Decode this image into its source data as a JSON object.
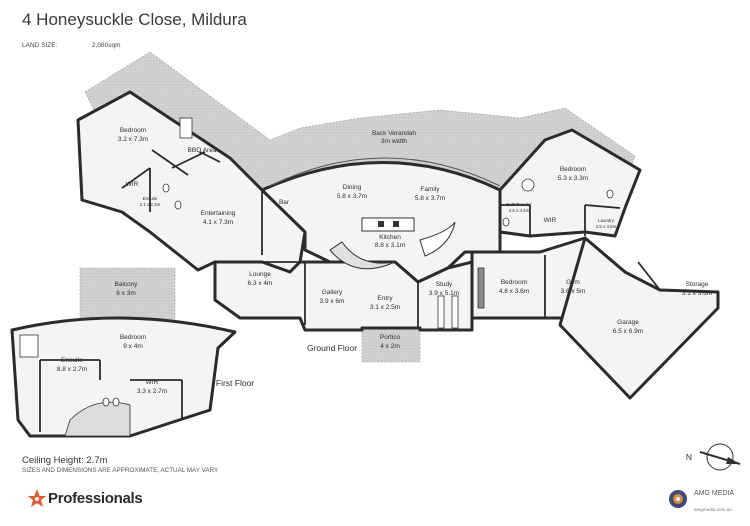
{
  "header": {
    "title": "4 Honeysuckle Close, Mildura",
    "land_size_label": "LAND SIZE:",
    "land_size_value": "2,080sqm"
  },
  "rooms": {
    "bedroom_nw": {
      "name": "Bedroom",
      "dims": "3.2 x 7.3m"
    },
    "bbq": {
      "name": "BBQ Area"
    },
    "wir_nw": {
      "name": "WIR"
    },
    "ensuite_nw": {
      "name": "Ensuite",
      "dims": "2.1 x 2.3m"
    },
    "entertaining": {
      "name": "Entertaining",
      "dims": "4.1 x 7.3m"
    },
    "bar": {
      "name": "Bar"
    },
    "back_verandah": {
      "name": "Back Verandah",
      "dims": "3m width"
    },
    "dining": {
      "name": "Dining",
      "dims": "5.8 x 3.7m"
    },
    "family": {
      "name": "Family",
      "dims": "5.8 x 3.7m"
    },
    "kitchen": {
      "name": "Kitchen",
      "dims": "8.8 x 3.1m"
    },
    "bedroom_ne": {
      "name": "Bedroom",
      "dims": "5.3 x 3.3m"
    },
    "bath_powder": {
      "name": "Bath/Powder",
      "dims": "2.5 x 4.4m"
    },
    "wir_ne": {
      "name": "WIR"
    },
    "laundry": {
      "name": "Laundry",
      "dims": "2.5 x 3.5m"
    },
    "lounge": {
      "name": "Lounge",
      "dims": "6.3 x 4m"
    },
    "gallery": {
      "name": "Gallery",
      "dims": "3.9 x 6m"
    },
    "entry": {
      "name": "Entry",
      "dims": "3.1 x 2.5m"
    },
    "study": {
      "name": "Study",
      "dims": "3.9 x 5.1m"
    },
    "bedroom_c": {
      "name": "Bedroom",
      "dims": "4.8 x 3.6m"
    },
    "gym": {
      "name": "Gym",
      "dims": "3.6 x 5m"
    },
    "storage": {
      "name": "Storage",
      "dims": "3.1 x 3.6m"
    },
    "garage": {
      "name": "Garage",
      "dims": "6.5 x 6.9m"
    },
    "portico": {
      "name": "Portico",
      "dims": "4 x 2m"
    },
    "balcony": {
      "name": "Balcony",
      "dims": "6 x 3m"
    },
    "bedroom_first": {
      "name": "Bedroom",
      "dims": "9 x 4m"
    },
    "ensuite_first": {
      "name": "Ensuite",
      "dims": "8.8 x 2.7m"
    },
    "wir_first": {
      "name": "WIR",
      "dims": "3.3 x 2.7m"
    }
  },
  "floor_labels": {
    "ground": "Ground Floor",
    "first": "First Floor"
  },
  "compass": {
    "label": "N"
  },
  "footer": {
    "ceiling": "Ceiling Height: 2.7m",
    "disclaimer": "SIZES AND DIMENSIONS ARE APPROXIMATE, ACTUAL MAY VARY",
    "brand": "Professionals",
    "agency": "AMG MEDIA",
    "agency_url": "amgmedia.com.au"
  },
  "colors": {
    "floor": "#f2f2f2",
    "outdoor": "#cfcfcf",
    "wall": "#2b2b2b",
    "brand_accent": "#e4572e"
  }
}
